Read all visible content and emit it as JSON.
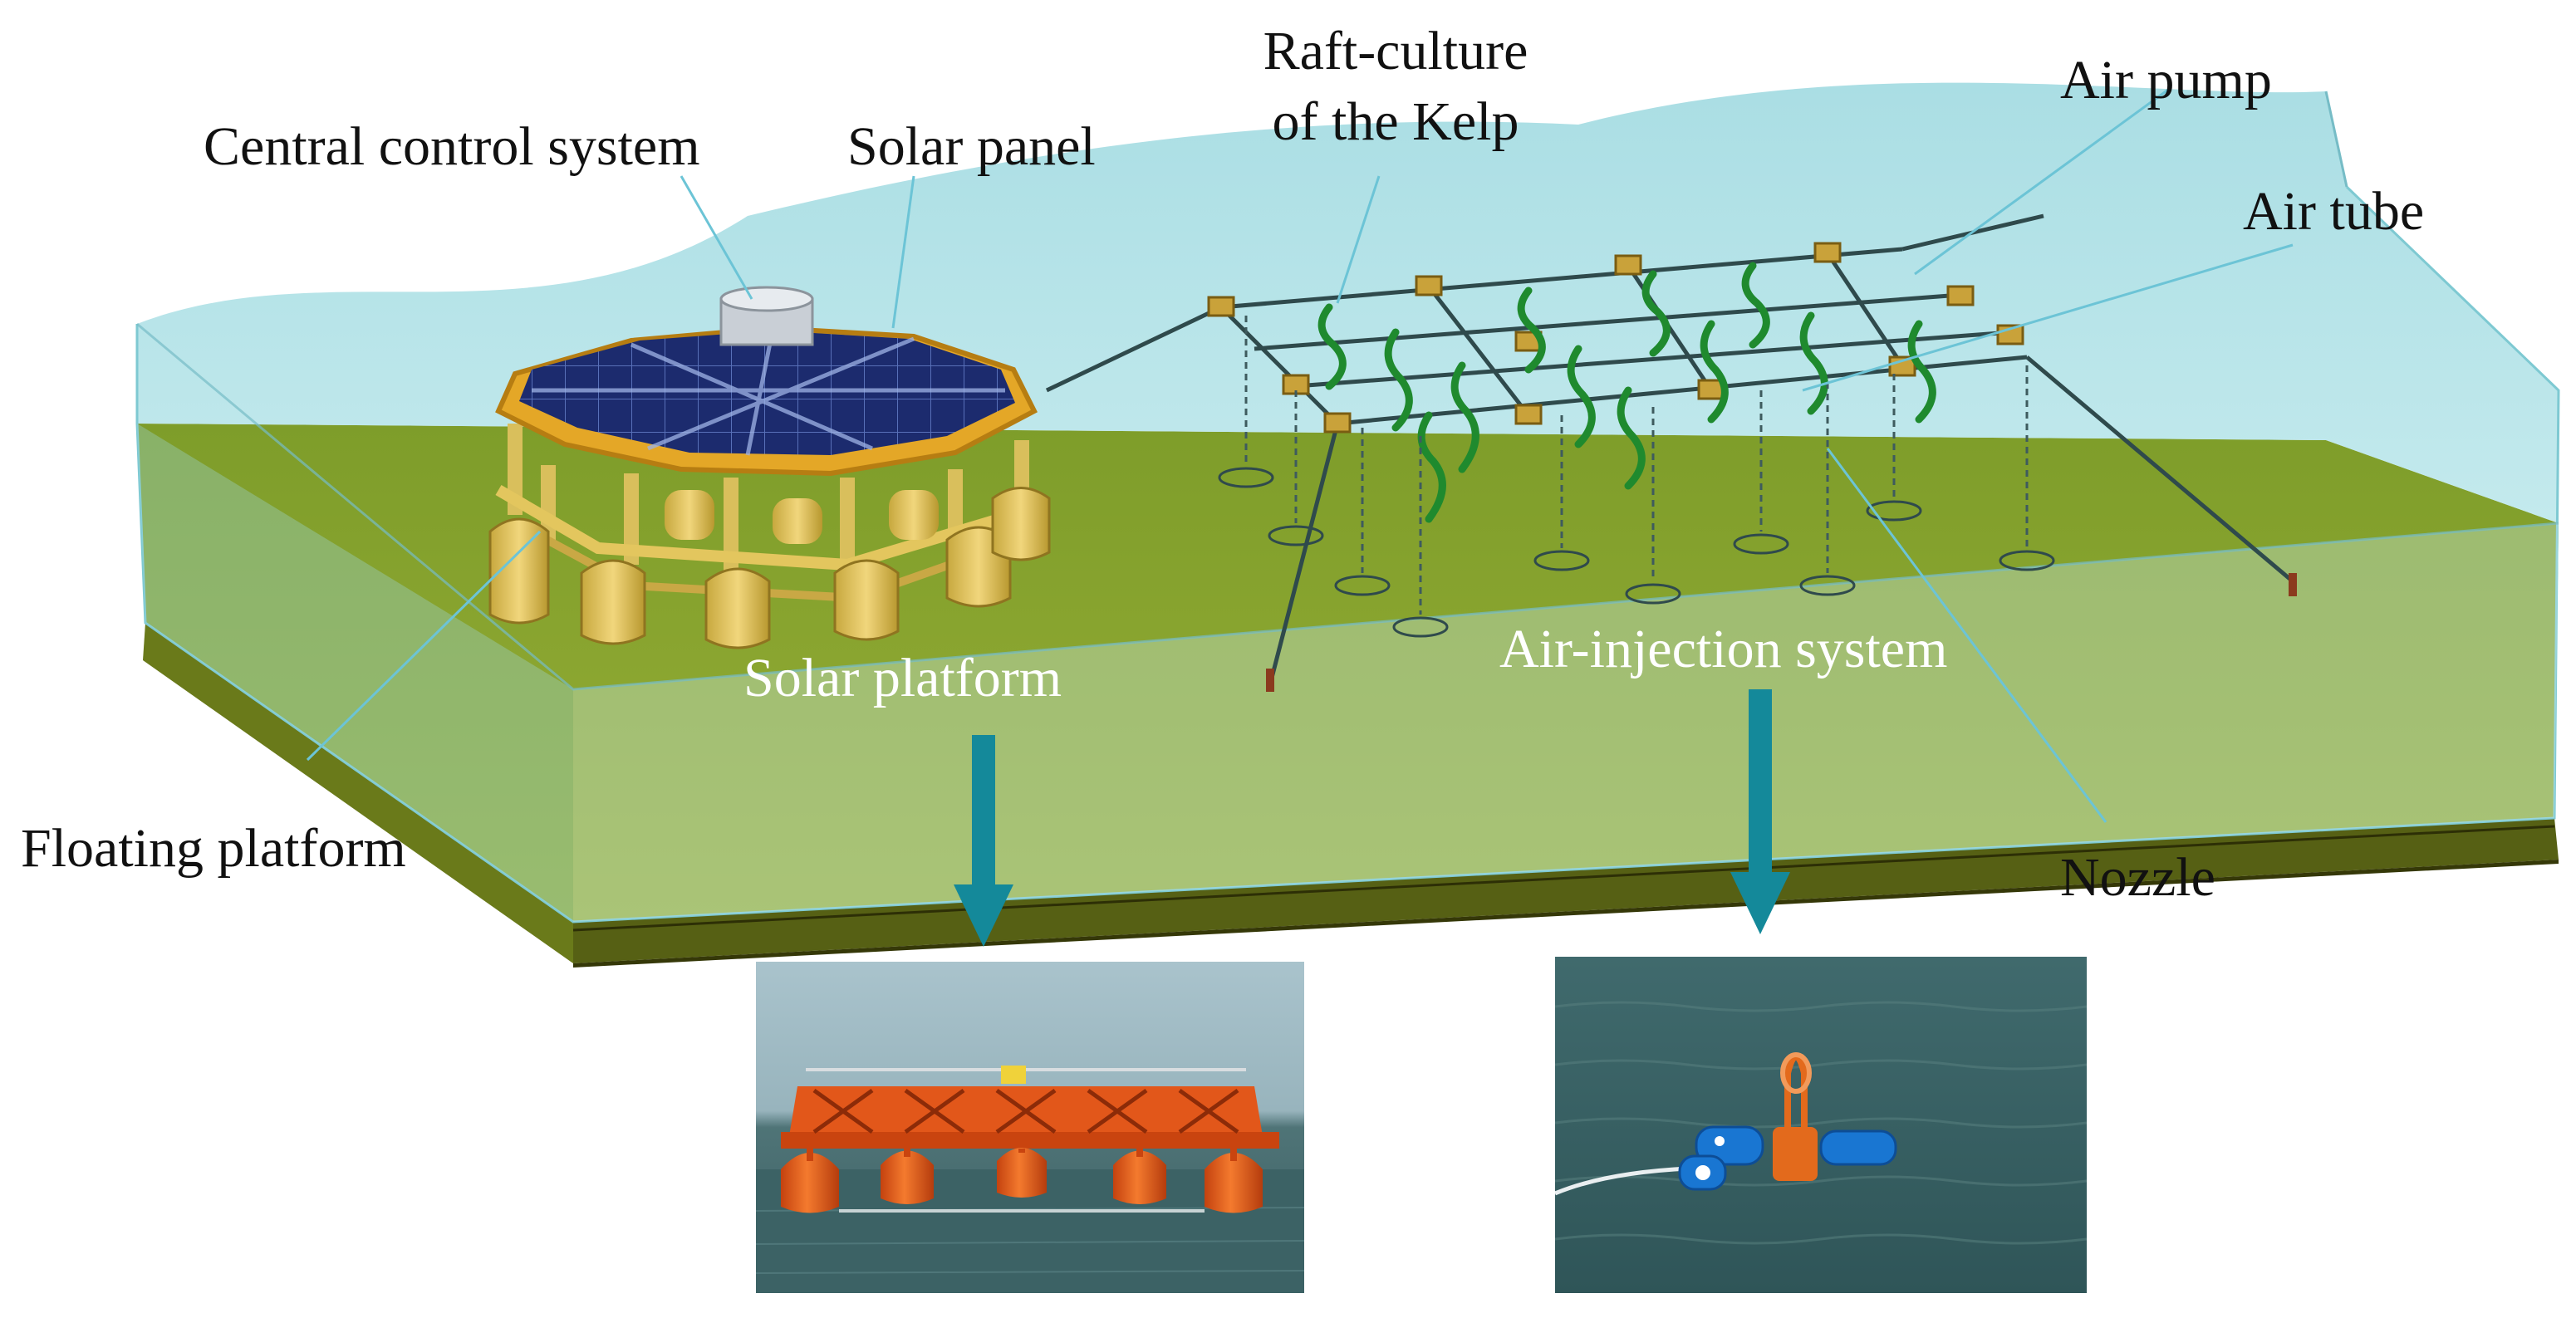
{
  "labels": {
    "central_control_system": "Central control system",
    "solar_panel": "Solar panel",
    "raft_culture_line1": "Raft-culture",
    "raft_culture_line2": "of the Kelp",
    "air_pump": "Air pump",
    "air_tube": "Air tube",
    "floating_platform": "Floating platform",
    "solar_platform": "Solar platform",
    "air_injection_system": "Air-injection system",
    "nozzle": "Nozzle"
  },
  "colors": {
    "water": "#a7dde3",
    "seabed_top": "#8aa631",
    "seabed_side": "#4a4a0c",
    "leader_line": "#6cc4d6",
    "arrow": "#14899a",
    "platform_yellow": "#e8b43a",
    "solar_blue": "#1b2a6a",
    "kelp_green": "#1f8a2e",
    "platform_orange": "#e2571a"
  },
  "icons": {
    "solar_platform_arrow": "down-arrow-icon",
    "air_injection_arrow": "down-arrow-icon"
  }
}
